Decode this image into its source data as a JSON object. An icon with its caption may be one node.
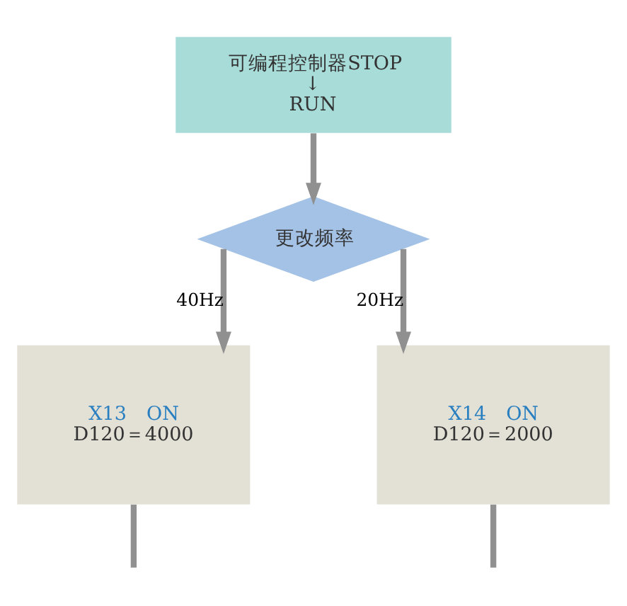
{
  "diagram": {
    "nodes": [
      {
        "text": [
          "可编程控制器STOP",
          "↓",
          "RUN"
        ]
      },
      {
        "text": [
          "更改频率"
        ]
      },
      {
        "text": [
          "X13　ON",
          "D120＝4000"
        ]
      },
      {
        "text": [
          "X14　ON",
          "D120＝2000"
        ]
      }
    ],
    "edges": [
      {
        "from": 0,
        "to": 1,
        "arrow": "to"
      },
      {
        "from": 1,
        "to": 2,
        "arrow": "to",
        "label": "40Hz"
      },
      {
        "from": 1,
        "to": 3,
        "arrow": "to",
        "label": "20Hz"
      },
      {
        "from": 2,
        "to": null,
        "arrow": "none"
      },
      {
        "from": 3,
        "to": null,
        "arrow": "none"
      }
    ]
  }
}
